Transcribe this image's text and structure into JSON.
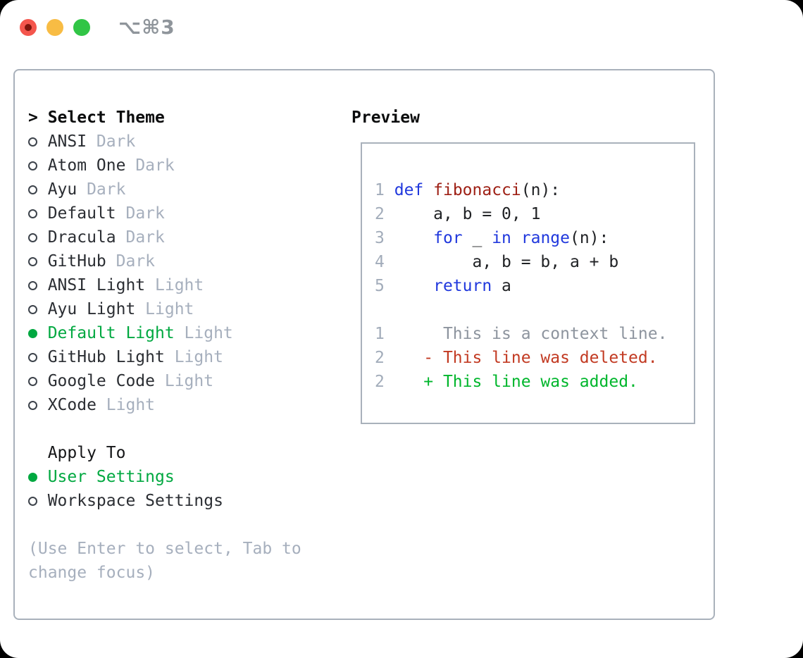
{
  "titlebar": {
    "shortcut": "⌥⌘3"
  },
  "colors": {
    "accent_green": "#00a840",
    "diff_added_green": "#00b62c",
    "diff_deleted_red": "#c23a22",
    "keyword_blue": "#2038dd",
    "function_red": "#9e2015",
    "muted_gray": "#a6afbd",
    "traffic_red": "#f4564d",
    "traffic_yellow": "#f8bc44",
    "traffic_green": "#31c546"
  },
  "theme_panel": {
    "prompt": ">",
    "title": "Select Theme",
    "items": [
      {
        "name": "ANSI",
        "variant": "Dark",
        "selected": false
      },
      {
        "name": "Atom One",
        "variant": "Dark",
        "selected": false
      },
      {
        "name": "Ayu",
        "variant": "Dark",
        "selected": false
      },
      {
        "name": "Default",
        "variant": "Dark",
        "selected": false
      },
      {
        "name": "Dracula",
        "variant": "Dark",
        "selected": false
      },
      {
        "name": "GitHub",
        "variant": "Dark",
        "selected": false
      },
      {
        "name": "ANSI Light",
        "variant": "Light",
        "selected": false
      },
      {
        "name": "Ayu Light",
        "variant": "Light",
        "selected": false
      },
      {
        "name": "Default Light",
        "variant": "Light",
        "selected": true
      },
      {
        "name": "GitHub Light",
        "variant": "Light",
        "selected": false
      },
      {
        "name": "Google Code",
        "variant": "Light",
        "selected": false
      },
      {
        "name": "XCode",
        "variant": "Light",
        "selected": false
      }
    ],
    "apply_to": {
      "title": "Apply To",
      "options": [
        {
          "name": "User Settings",
          "selected": true
        },
        {
          "name": "Workspace Settings",
          "selected": false
        }
      ]
    },
    "help_text": "(Use Enter to select, Tab to change focus)"
  },
  "preview": {
    "title": "Preview",
    "lines": [
      {
        "num": "1",
        "tokens": [
          {
            "t": " "
          },
          {
            "t": "def",
            "c": "kw"
          },
          {
            "t": " "
          },
          {
            "t": "fibonacci",
            "c": "fn"
          },
          {
            "t": "(n):"
          }
        ]
      },
      {
        "num": "2",
        "tokens": [
          {
            "t": "     a, b = 0, 1"
          }
        ]
      },
      {
        "num": "3",
        "tokens": [
          {
            "t": "     "
          },
          {
            "t": "for",
            "c": "kw"
          },
          {
            "t": " _ "
          },
          {
            "t": "in",
            "c": "kw"
          },
          {
            "t": " "
          },
          {
            "t": "range",
            "c": "kw"
          },
          {
            "t": "(n):"
          }
        ]
      },
      {
        "num": "4",
        "tokens": [
          {
            "t": "         a, b = b, a + b"
          }
        ]
      },
      {
        "num": "5",
        "tokens": [
          {
            "t": "     "
          },
          {
            "t": "return",
            "c": "kw"
          },
          {
            "t": " a"
          }
        ]
      },
      {
        "num": "",
        "tokens": []
      },
      {
        "num": "1",
        "tokens": [
          {
            "t": "      This is a context line.",
            "c": "ctx"
          }
        ]
      },
      {
        "num": "2",
        "tokens": [
          {
            "t": "    - This line was deleted.",
            "c": "del"
          }
        ]
      },
      {
        "num": "2",
        "tokens": [
          {
            "t": "    + This line was added.",
            "c": "add"
          }
        ]
      }
    ]
  }
}
